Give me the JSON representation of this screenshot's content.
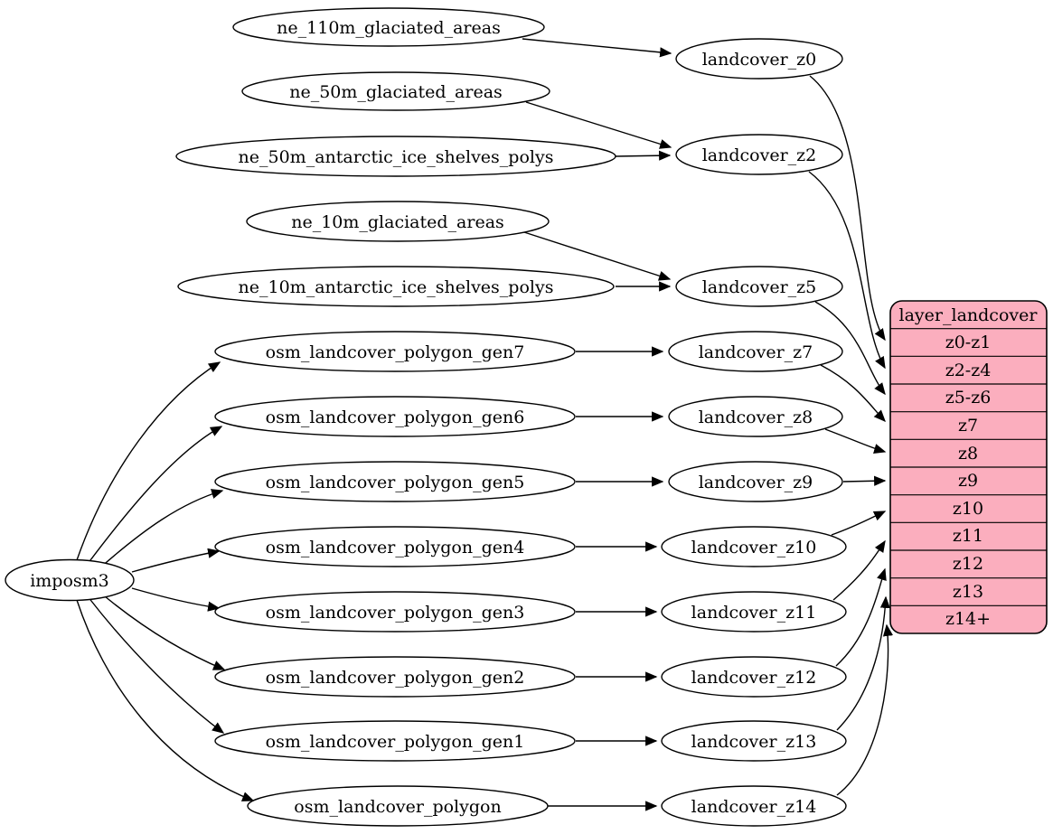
{
  "diagram_type": "dependency-graph",
  "colors": {
    "table_fill": "#fbaebe",
    "node_fill": "#ffffff",
    "edge_stroke": "#000000",
    "background": "#ffffff"
  },
  "nodes": {
    "imposm3": "imposm3",
    "ne_110m_glaciated_areas": "ne_110m_glaciated_areas",
    "ne_50m_glaciated_areas": "ne_50m_glaciated_areas",
    "ne_50m_antarctic_ice_shelves_polys": "ne_50m_antarctic_ice_shelves_polys",
    "ne_10m_glaciated_areas": "ne_10m_glaciated_areas",
    "ne_10m_antarctic_ice_shelves_polys": "ne_10m_antarctic_ice_shelves_polys",
    "osm_landcover_polygon_gen7": "osm_landcover_polygon_gen7",
    "osm_landcover_polygon_gen6": "osm_landcover_polygon_gen6",
    "osm_landcover_polygon_gen5": "osm_landcover_polygon_gen5",
    "osm_landcover_polygon_gen4": "osm_landcover_polygon_gen4",
    "osm_landcover_polygon_gen3": "osm_landcover_polygon_gen3",
    "osm_landcover_polygon_gen2": "osm_landcover_polygon_gen2",
    "osm_landcover_polygon_gen1": "osm_landcover_polygon_gen1",
    "osm_landcover_polygon": "osm_landcover_polygon",
    "landcover_z0": "landcover_z0",
    "landcover_z2": "landcover_z2",
    "landcover_z5": "landcover_z5",
    "landcover_z7": "landcover_z7",
    "landcover_z8": "landcover_z8",
    "landcover_z9": "landcover_z9",
    "landcover_z10": "landcover_z10",
    "landcover_z11": "landcover_z11",
    "landcover_z12": "landcover_z12",
    "landcover_z13": "landcover_z13",
    "landcover_z14": "landcover_z14"
  },
  "table": {
    "title": "layer_landcover",
    "rows": [
      "z0-z1",
      "z2-z4",
      "z5-z6",
      "z7",
      "z8",
      "z9",
      "z10",
      "z11",
      "z12",
      "z13",
      "z14+"
    ]
  },
  "edges": [
    {
      "from": "imposm3",
      "to": "osm_landcover_polygon_gen7"
    },
    {
      "from": "imposm3",
      "to": "osm_landcover_polygon_gen6"
    },
    {
      "from": "imposm3",
      "to": "osm_landcover_polygon_gen5"
    },
    {
      "from": "imposm3",
      "to": "osm_landcover_polygon_gen4"
    },
    {
      "from": "imposm3",
      "to": "osm_landcover_polygon_gen3"
    },
    {
      "from": "imposm3",
      "to": "osm_landcover_polygon_gen2"
    },
    {
      "from": "imposm3",
      "to": "osm_landcover_polygon_gen1"
    },
    {
      "from": "imposm3",
      "to": "osm_landcover_polygon"
    },
    {
      "from": "ne_110m_glaciated_areas",
      "to": "landcover_z0"
    },
    {
      "from": "ne_50m_glaciated_areas",
      "to": "landcover_z2"
    },
    {
      "from": "ne_50m_antarctic_ice_shelves_polys",
      "to": "landcover_z2"
    },
    {
      "from": "ne_10m_glaciated_areas",
      "to": "landcover_z5"
    },
    {
      "from": "ne_10m_antarctic_ice_shelves_polys",
      "to": "landcover_z5"
    },
    {
      "from": "osm_landcover_polygon_gen7",
      "to": "landcover_z7"
    },
    {
      "from": "osm_landcover_polygon_gen6",
      "to": "landcover_z8"
    },
    {
      "from": "osm_landcover_polygon_gen5",
      "to": "landcover_z9"
    },
    {
      "from": "osm_landcover_polygon_gen4",
      "to": "landcover_z10"
    },
    {
      "from": "osm_landcover_polygon_gen3",
      "to": "landcover_z11"
    },
    {
      "from": "osm_landcover_polygon_gen2",
      "to": "landcover_z12"
    },
    {
      "from": "osm_landcover_polygon_gen1",
      "to": "landcover_z13"
    },
    {
      "from": "osm_landcover_polygon",
      "to": "landcover_z14"
    },
    {
      "from": "landcover_z0",
      "to": "layer_landcover:z0-z1"
    },
    {
      "from": "landcover_z2",
      "to": "layer_landcover:z2-z4"
    },
    {
      "from": "landcover_z5",
      "to": "layer_landcover:z5-z6"
    },
    {
      "from": "landcover_z7",
      "to": "layer_landcover:z7"
    },
    {
      "from": "landcover_z8",
      "to": "layer_landcover:z8"
    },
    {
      "from": "landcover_z9",
      "to": "layer_landcover:z9"
    },
    {
      "from": "landcover_z10",
      "to": "layer_landcover:z10"
    },
    {
      "from": "landcover_z11",
      "to": "layer_landcover:z11"
    },
    {
      "from": "landcover_z12",
      "to": "layer_landcover:z12"
    },
    {
      "from": "landcover_z13",
      "to": "layer_landcover:z13"
    },
    {
      "from": "landcover_z14",
      "to": "layer_landcover:z14+"
    }
  ]
}
